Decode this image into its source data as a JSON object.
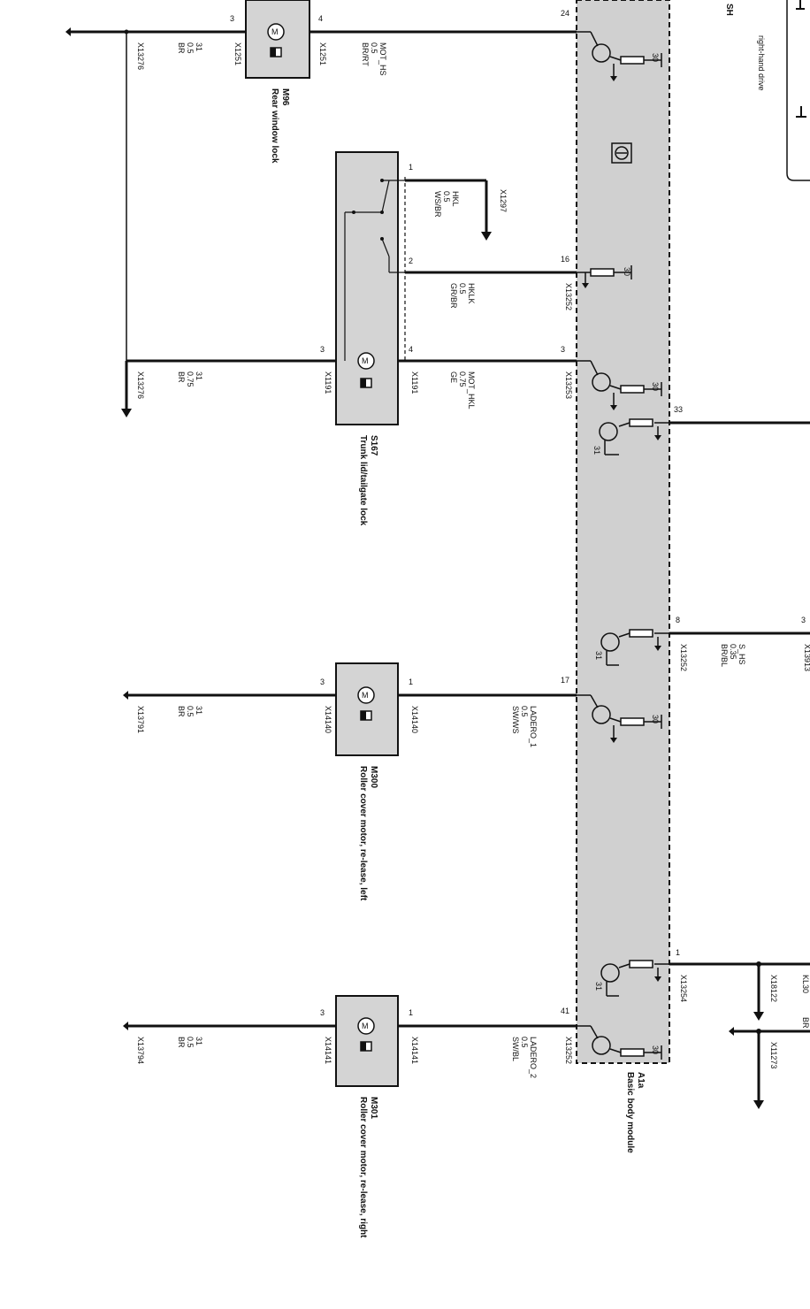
{
  "colors": {
    "module_fill": "#d0d0d0",
    "ink": "#111111",
    "box_fill": "#d4d4d4"
  },
  "header": {
    "code_fragment": "SH",
    "right_hand_drive": "right-hand drive"
  },
  "module": {
    "id": "A1a",
    "name": "Basic body module",
    "ground_symbol": "ground-in-box"
  },
  "rear_lock": {
    "id": "M96",
    "name": "Rear window lock",
    "pin_left": "3",
    "pin_right": "4",
    "conn_left": "X1251",
    "conn_right": "X1251",
    "wire_left": [
      "31",
      "0.5",
      "BR"
    ],
    "wire_right": [
      "MOT_HS",
      "0.5",
      "BR/RT"
    ],
    "module_pin": "24",
    "ground_conn": "X13276",
    "transistor_label": "30"
  },
  "hkl_feed": {
    "pin": "1",
    "conn": "X1297",
    "wire": [
      "HKL",
      "0.5",
      "WS/BR"
    ]
  },
  "hklk": {
    "pin": "2",
    "module_pin": "16",
    "conn": "X13252",
    "wire": [
      "HKLK",
      "0.5",
      "GR/BR"
    ],
    "transistor_label": "30"
  },
  "trunk_lock": {
    "id": "S167",
    "name": "Trunk lid/tailgate lock",
    "pin_left": "3",
    "pin_right": "4",
    "conn_left": "X1191",
    "conn_right": "X1191",
    "wire_left": [
      "31",
      "0.75",
      "BR"
    ],
    "wire_right": [
      "MOT_HKL",
      "0.75",
      "GE"
    ],
    "module_pin": "3",
    "module_conn": "X13253",
    "ground_conn": "X13276",
    "transistor_labels": [
      "30",
      "31"
    ]
  },
  "out33": {
    "pin": "33"
  },
  "s_hs": {
    "pin": "8",
    "conn": "X13252",
    "wire": [
      "S_HS",
      "0.35",
      "BR/BL"
    ],
    "far_pin": "3",
    "far_conn": "X13913",
    "transistor_label": "31"
  },
  "roller_left": {
    "id": "M300",
    "name": "Roller cover motor, re-lease, left",
    "pin_left": "3",
    "pin_right": "1",
    "conn_left": "X14140",
    "conn_right": "X14140",
    "wire_left": [
      "31",
      "0.5",
      "BR"
    ],
    "wire_right": [
      "LADERO_1",
      "0.5",
      "SW/WS"
    ],
    "module_pin": "17",
    "ground_conn": "X13791",
    "transistor_label": "30"
  },
  "kl30": {
    "pin": "1",
    "conn": "X13254",
    "branch_conn": "X18122",
    "transistor_label": "31",
    "far_fragment": "KL30",
    "far_fragment2": "BR"
  },
  "roller_right": {
    "id": "M301",
    "name": "Roller cover motor, re-lease, right",
    "pin_left": "3",
    "pin_right": "1",
    "conn_left": "X14141",
    "conn_right": "X14141",
    "wire_left": [
      "31",
      "0.5",
      "BR"
    ],
    "wire_right": [
      "LADERO_2",
      "0.5",
      "SW/BL"
    ],
    "module_pin": "41",
    "module_conn": "X13252",
    "ground_conn": "X13794",
    "transistor_label": "30"
  },
  "bottom_branch": {
    "conn": "X11273"
  }
}
